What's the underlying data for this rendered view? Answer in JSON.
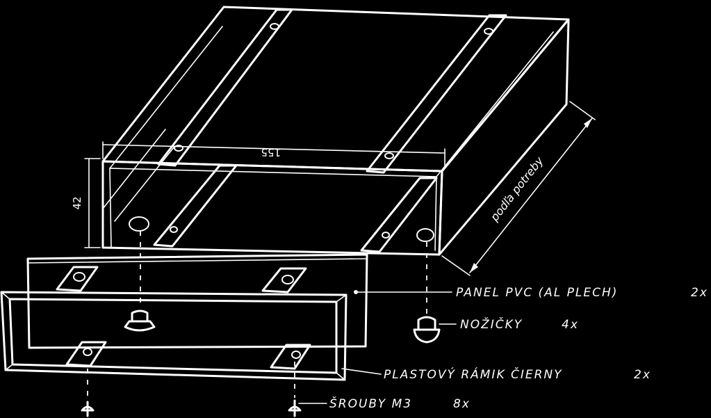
{
  "dimensions": {
    "width": "155",
    "height": "42",
    "length": "podľa potreby"
  },
  "parts": [
    {
      "name": "PANEL PVC (AL PLECH)",
      "qty": "2x"
    },
    {
      "name": "NOŽIČKY",
      "qty": "4x"
    },
    {
      "name": "PLASTOVÝ RÁMIK ČIERNY",
      "qty": "2x"
    },
    {
      "name": "ŠROUBY M3",
      "qty": "8x"
    }
  ],
  "colors": {
    "background": "#000000",
    "ink": "#ffffff"
  }
}
